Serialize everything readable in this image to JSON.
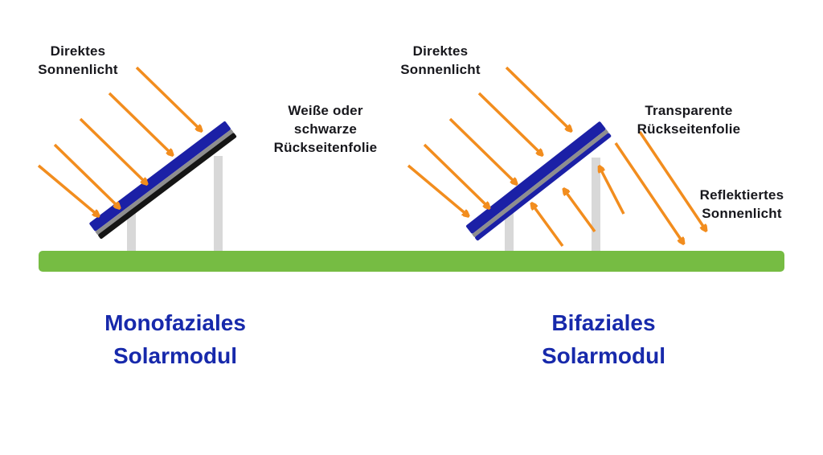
{
  "colors": {
    "arrow_orange": "#F28D1E",
    "ground_green": "#76BC43",
    "panel_front_blue": "#1B20A6",
    "panel_frame_gray": "#8E8E8E",
    "panel_backsheet_black": "#151515",
    "post_gray": "#D8D8D8",
    "title_blue": "#1729AB",
    "label_dark": "#17171C"
  },
  "left_diagram": {
    "sunlight_label": {
      "line1": "Direktes",
      "line2": "Sonnenlicht"
    },
    "backsheet_label": {
      "line1": "Weiße oder",
      "line2": "schwarze",
      "line3": "Rückseitenfolie"
    },
    "title": {
      "line1": "Monofaziales",
      "line2": "Solarmodul"
    }
  },
  "right_diagram": {
    "sunlight_label": {
      "line1": "Direktes",
      "line2": "Sonnenlicht"
    },
    "backsheet_label": {
      "line1": "Transparente",
      "line2": "Rückseitenfolie"
    },
    "reflected_label": {
      "line1": "Reflektiertes",
      "line2": "Sonnenlicht"
    },
    "title": {
      "line1": "Bifaziales",
      "line2": "Solarmodul"
    }
  }
}
